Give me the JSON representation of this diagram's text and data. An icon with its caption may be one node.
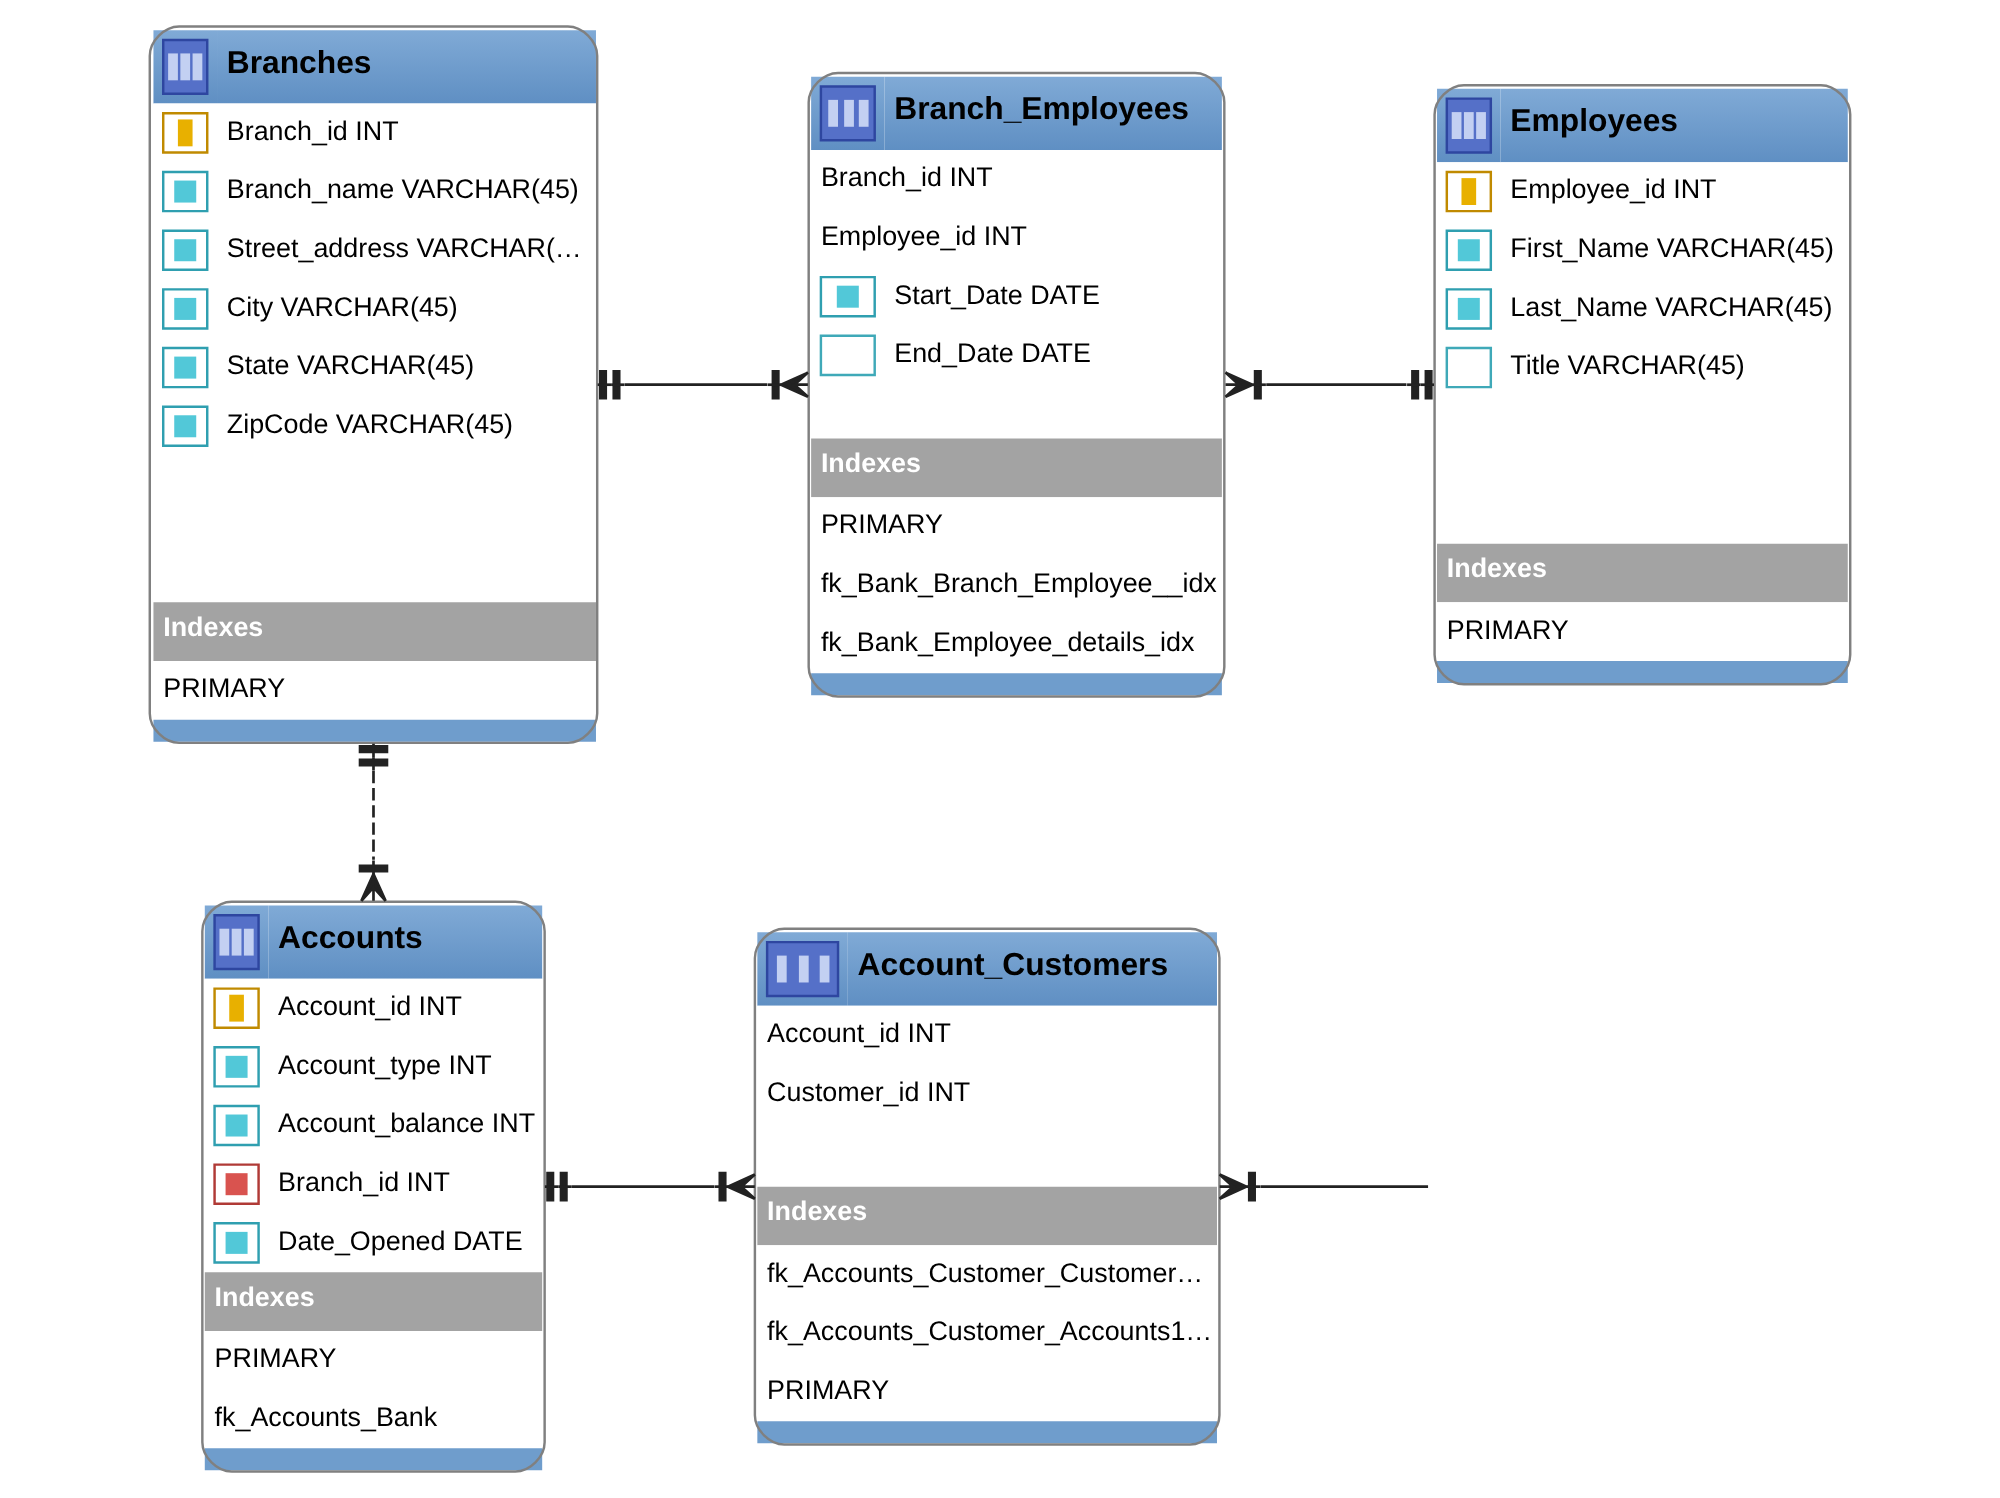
{
  "diagram": {
    "nodes": [
      {
        "text": [
          "Branches",
          "Branch_id INT",
          "Branch_name VARCHAR(45)",
          "Street_address VARCHAR(…",
          "City VARCHAR(45)",
          "State VARCHAR(45)",
          "ZipCode VARCHAR(45)",
          "Indexes",
          "PRIMARY"
        ]
      },
      {
        "text": [
          "Branch_Employees",
          "Branch_id INT",
          "Employee_id INT",
          "Start_Date DATE",
          "End_Date DATE",
          "Indexes",
          "PRIMARY",
          "fk_Bank_Branch_Employee__idx",
          "fk_Bank_Employee_details_idx"
        ]
      },
      {
        "text": [
          "Employees",
          "Employee_id INT",
          "First_Name VARCHAR(45)",
          "Last_Name VARCHAR(45)",
          "Title VARCHAR(45)",
          "Indexes",
          "PRIMARY"
        ]
      },
      {
        "text": [
          "Accounts",
          "Account_id INT",
          "Account_type INT",
          "Account_balance INT",
          "Branch_id INT",
          "Date_Opened DATE",
          "Indexes",
          "PRIMARY",
          "fk_Accounts_Bank"
        ]
      },
      {
        "text": [
          "Account_Customers",
          "Account_id INT",
          "Customer_id INT",
          "Indexes",
          "fk_Accounts_Customer_Customer…",
          "fk_Accounts_Customer_Accounts1…",
          "PRIMARY"
        ]
      }
    ],
    "edges": [
      {
        "from": 0,
        "to": 1,
        "arrow": "other"
      },
      {
        "from": 1,
        "to": 2,
        "arrow": "other"
      },
      {
        "from": 0,
        "to": 3,
        "arrow": "other",
        "style": "dashed"
      },
      {
        "from": 3,
        "to": 4,
        "arrow": "other"
      },
      {
        "from": 4,
        "to": null,
        "arrow": "other"
      }
    ]
  }
}
